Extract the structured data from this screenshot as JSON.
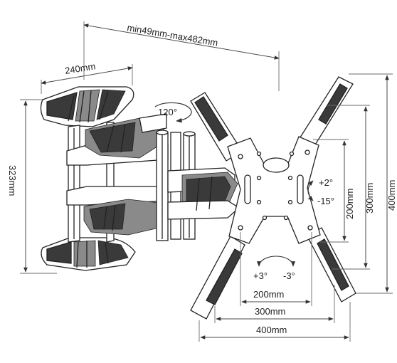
{
  "dimensions": {
    "extension": "min49mm-max482mm",
    "wall_plate_width": "240mm",
    "wall_plate_height": "323mm",
    "vesa_vertical_small": "200mm",
    "vesa_vertical_mid": "300mm",
    "vesa_vertical_large": "400mm",
    "vesa_horizontal_small": "200mm",
    "vesa_horizontal_mid": "300mm",
    "vesa_horizontal_large": "400mm"
  },
  "angles": {
    "swivel": "120°",
    "tilt_up": "+2°",
    "tilt_down": "-15°",
    "rotation_plus": "+3°",
    "rotation_minus": "-3°"
  },
  "colors": {
    "line": "#222222",
    "shade": "#8a8a8a",
    "dark": "#3a3a3a",
    "background": "#ffffff"
  }
}
